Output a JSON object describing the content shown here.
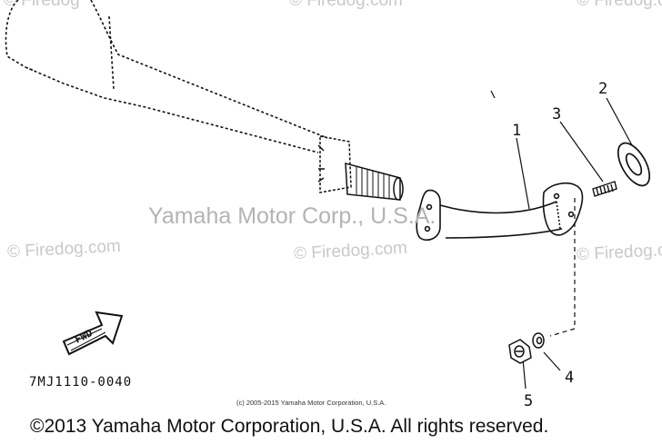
{
  "watermarks": {
    "site": "© Firedog.com",
    "site_partial_top": "© Firedog",
    "center": "Yamaha Motor Corp., U.S.A."
  },
  "callouts": [
    "1",
    "2",
    "3",
    "4",
    "5"
  ],
  "fwd_label": "FWD",
  "diagram_code": "7MJ1110-0040",
  "small_copyright": "(c) 2005-2015 Yamaha Motor Corporation, U.S.A.",
  "copyright": "©2013 Yamaha Motor Corporation, U.S.A. All rights reserved."
}
